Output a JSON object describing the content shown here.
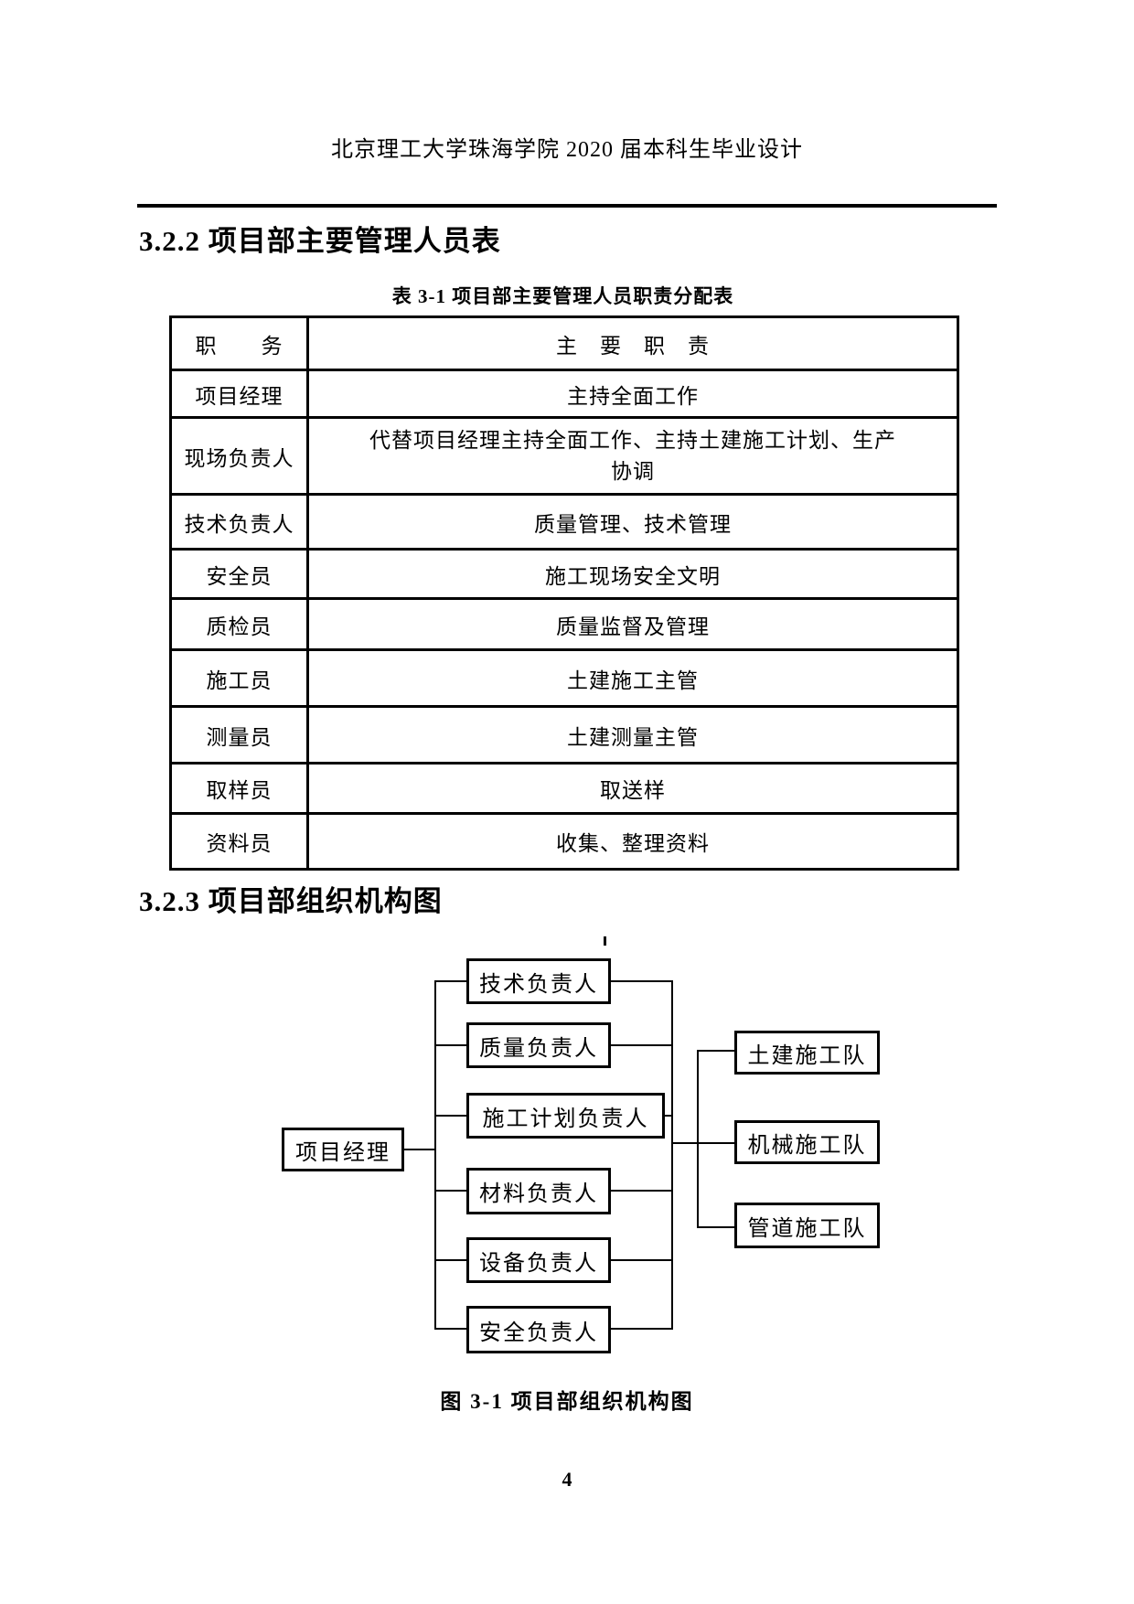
{
  "header": {
    "title": "北京理工大学珠海学院 2020 届本科生毕业设计"
  },
  "section_322": {
    "heading": "3.2.2 项目部主要管理人员表",
    "table_caption": "表 3-1 项目部主要管理人员职责分配表",
    "table": {
      "headers": {
        "position": "职　　务",
        "duty": "主　要　职　责"
      },
      "rows": [
        {
          "position": "项目经理",
          "duty": "主持全面工作"
        },
        {
          "position": "现场负责人",
          "duty": "代替项目经理主持全面工作、主持土建施工计划、生产协调"
        },
        {
          "position": "技术负责人",
          "duty": "质量管理、技术管理"
        },
        {
          "position": "安全员",
          "duty": "施工现场安全文明"
        },
        {
          "position": "质检员",
          "duty": "质量监督及管理"
        },
        {
          "position": "施工员",
          "duty": "土建施工主管"
        },
        {
          "position": "测量员",
          "duty": "土建测量主管"
        },
        {
          "position": "取样员",
          "duty": "取送样"
        },
        {
          "position": "资料员",
          "duty": "收集、整理资料"
        }
      ]
    }
  },
  "section_323": {
    "heading": "3.2.3 项目部组织机构图",
    "figure_caption": "图 3-1 项目部组织机构图",
    "org_chart": {
      "root": "项目经理",
      "managers": [
        "技术负责人",
        "质量负责人",
        "施工计划负责人",
        "材料负责人",
        "设备负责人",
        "安全负责人"
      ],
      "teams": [
        "土建施工队",
        "机械施工队",
        "管道施工队"
      ]
    }
  },
  "footer": {
    "page_number": "4"
  }
}
